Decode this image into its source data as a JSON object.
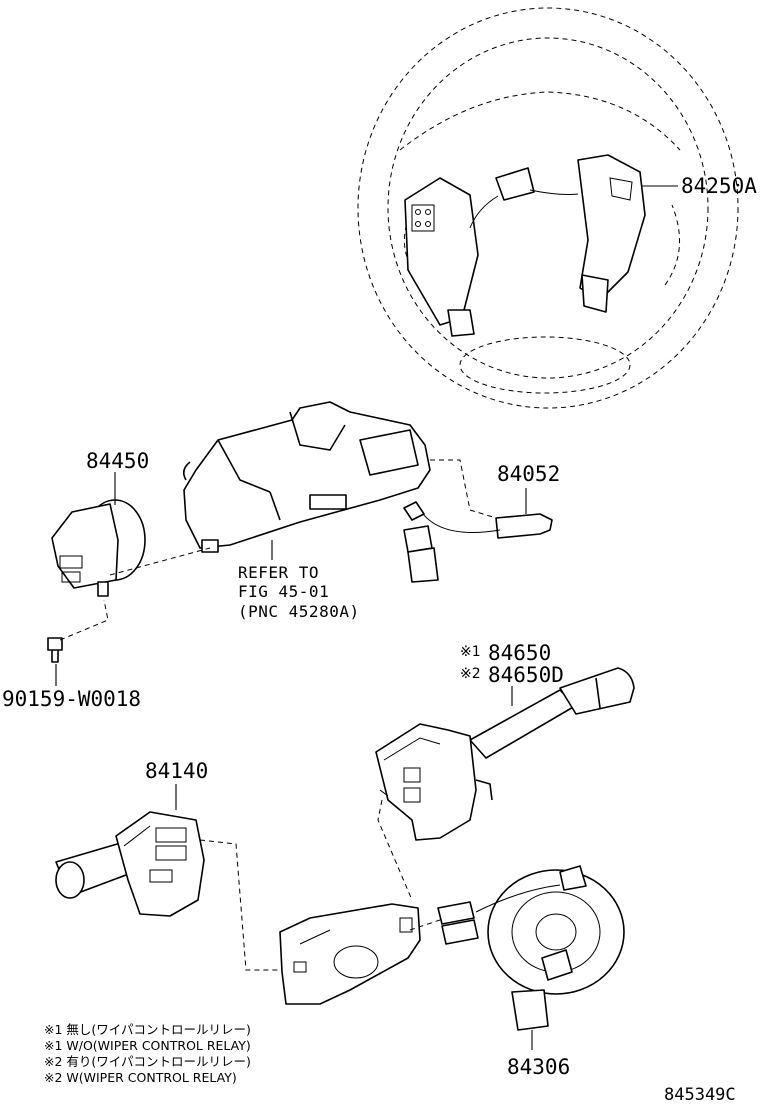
{
  "parts": {
    "steering_switch": "84250A",
    "ignition_switch": "84450",
    "connector": "84052",
    "bolt": "90159-W0018",
    "wiper_switch_1": "84650",
    "wiper_switch_2": "84650D",
    "headlamp_switch": "84140",
    "spiral_cable": "84306"
  },
  "refer": {
    "line1": "REFER TO",
    "line2": "FIG 45-01",
    "line3": "(PNC 45280A)"
  },
  "markers": {
    "m1": "※1",
    "m2": "※2"
  },
  "notes": {
    "n1": "※1 無し(ワイパコントロールリレー)",
    "n2": "※1 W/O(WIPER CONTROL RELAY)",
    "n3": "※2 有り(ワイパコントロールリレー)",
    "n4": "※2 W(WIPER CONTROL RELAY)"
  },
  "figure_code": "845349C"
}
